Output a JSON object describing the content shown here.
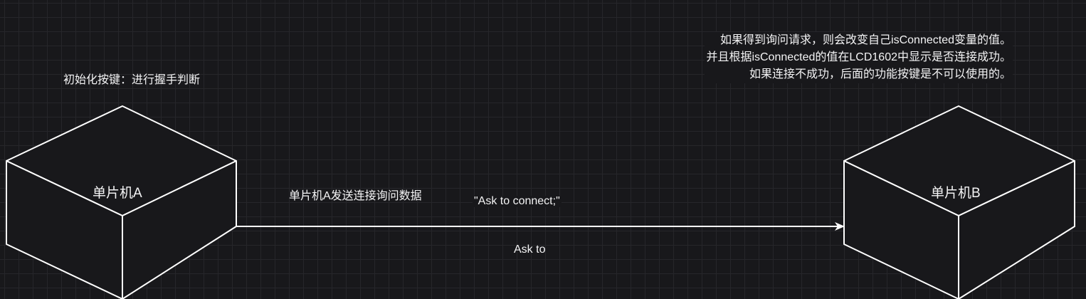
{
  "nodes": {
    "mcu_a": {
      "label": "单片机A"
    },
    "mcu_b": {
      "label": "单片机B"
    }
  },
  "notes": {
    "init_note": "初始化按键：进行握手判断",
    "b_note_lines": [
      "如果得到询问请求，则会改变自己isConnected变量的值。",
      "并且根据isConnected的值在LCD1602中显示是否连接成功。",
      "如果连接不成功，后面的功能按键是不可以使用的。"
    ]
  },
  "edge": {
    "from": "单片机A",
    "to": "单片机B",
    "description": "单片机A发送连接询问数据",
    "message": "\"Ask to connect;\"",
    "below_label": "Ask to"
  },
  "colors": {
    "background": "#18181b",
    "grid": "#26262a",
    "stroke": "#ffffff",
    "box_fill": "#18181b",
    "text": "#f4f4f5"
  }
}
